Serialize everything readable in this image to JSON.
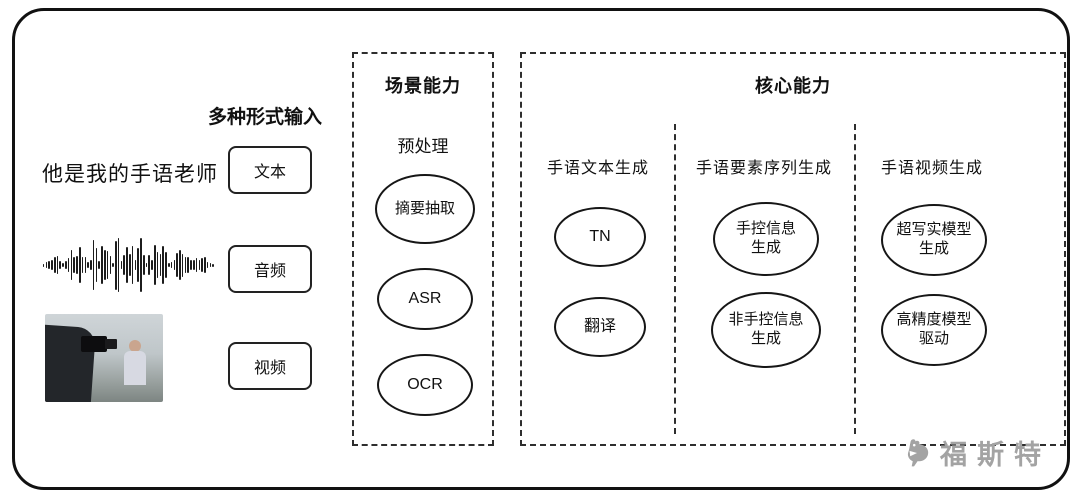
{
  "input": {
    "title": "多种形式输入",
    "text_example": "他是我的手语老师",
    "items": [
      {
        "label": "文本"
      },
      {
        "label": "音频"
      },
      {
        "label": "视频"
      }
    ]
  },
  "scene": {
    "title": "场景能力",
    "subtitle": "预处理",
    "nodes": [
      "摘要抽取",
      "ASR",
      "OCR"
    ]
  },
  "core": {
    "title": "核心能力",
    "columns": [
      {
        "header": "手语文本生成",
        "nodes": [
          "TN",
          "翻译"
        ]
      },
      {
        "header": "手语要素序列生成",
        "nodes": [
          "手控信息\n生成",
          "非手控信息\n生成"
        ]
      },
      {
        "header": "手语视频生成",
        "nodes": [
          "超写实模型\n生成",
          "高精度模型\n驱动"
        ]
      }
    ]
  },
  "watermark": {
    "text": "福斯特"
  }
}
